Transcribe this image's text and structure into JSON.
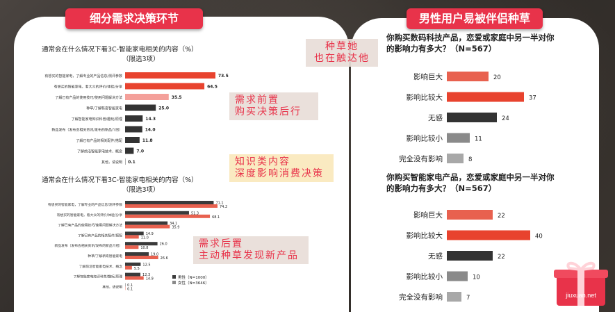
{
  "titles": {
    "left": "细分需求决策环节",
    "right": "男性用户易被伴侣种草"
  },
  "notes": {
    "n1": [
      "种草她",
      "也在触达他"
    ],
    "n2": [
      "需求前置",
      "购买决策后行"
    ],
    "n3": [
      "知识类内容",
      "深度影响消费决策"
    ],
    "n4": [
      "需求后置",
      "主动种草发现新产品"
    ]
  },
  "watermark": "jiuxuan.net",
  "colors": {
    "red": "#e8432e",
    "lightred": "#f4a09a",
    "dark": "#333333",
    "gray": "#8a8a8a",
    "lightgray": "#a8a8a8",
    "female": "#e8614f",
    "male": "#3a3a3a"
  },
  "chart_data": [
    {
      "type": "bar",
      "title": "通常会在什么情况下看3C-智能家电相关的内容（%）（限选3项）",
      "categories": [
        "有想买的智能家电，了解专业的产品信息/测评参数",
        "有想买的智能家电，看大众的评价/体验/分享",
        "了解已有产品的使用技巧/使用问题解决方法",
        "种草/了解新奇智能家电",
        "了解智能家电知识科普/趣玩/原理",
        "新品发布（发布会相关资讯/发布的新品介绍）",
        "了解已有产品的相关配件/搭配",
        "了解前沿智能家电技术、概念",
        "其他，请说明"
      ],
      "values": [
        73.5,
        64.5,
        35.5,
        25.0,
        14.3,
        14.0,
        11.8,
        7.0,
        0.1
      ],
      "value_labels": [
        "73.5",
        "64.5",
        "35.5",
        "25.0",
        "14.3",
        "14.0",
        "11.8",
        "7.0",
        "0.1"
      ]
    },
    {
      "type": "bar",
      "title": "通常会在什么情况下看3C-智能家电相关的内容（%）（限选3项）",
      "categories": [
        "有想买的智能家电，了解专业的产品信息/测评参数",
        "有想买的智能家电，看大众的评价/体验/分享",
        "了解已有产品的使用技巧/使用问题解决方法",
        "了解已有产品的相关配件/搭配",
        "新品发布（发布会相关资讯/发布的新品介绍）",
        "种草/了解新奇智能家电",
        "了解前沿智能家电技术、概念",
        "了解智能家电知识科普/趣玩/原理",
        "其他，请说明"
      ],
      "series": [
        {
          "name": "男性（N=1000）",
          "values": [
            71.1,
            51.3,
            34.1,
            14.9,
            26.0,
            19.0,
            12.5,
            12.3,
            0.1
          ],
          "labels": [
            "71.1",
            "51.3",
            "34.1",
            "14.9",
            "26.0",
            "19.0",
            "12.5",
            "12.3",
            "0.1"
          ]
        },
        {
          "name": "女性（N=3646）",
          "values": [
            74.2,
            68.1,
            35.9,
            11.0,
            10.8,
            26.6,
            5.5,
            14.9,
            0.1
          ],
          "labels": [
            "74.2",
            "68.1",
            "35.9",
            "11.0",
            "10.8",
            "26.6",
            "5.5",
            "14.9",
            "0.1"
          ]
        }
      ]
    },
    {
      "type": "bar",
      "title": "你购买数码科技产品，恋爱或家庭中另一半对你的影响力有多大？（N=567）",
      "categories": [
        "影响巨大",
        "影响比较大",
        "无感",
        "影响比较小",
        "完全没有影响"
      ],
      "values": [
        20,
        37,
        24,
        11,
        8
      ],
      "value_labels": [
        "20",
        "37",
        "24",
        "11",
        "8"
      ]
    },
    {
      "type": "bar",
      "title": "你购买智能家电产品，恋爱或家庭中另一半对你的影响力有多大？（N=567）",
      "categories": [
        "影响巨大",
        "影响比较大",
        "无感",
        "影响比较小",
        "完全没有影响"
      ],
      "values": [
        22,
        40,
        22,
        10,
        7
      ],
      "value_labels": [
        "22",
        "40",
        "22",
        "10",
        "7"
      ]
    }
  ]
}
